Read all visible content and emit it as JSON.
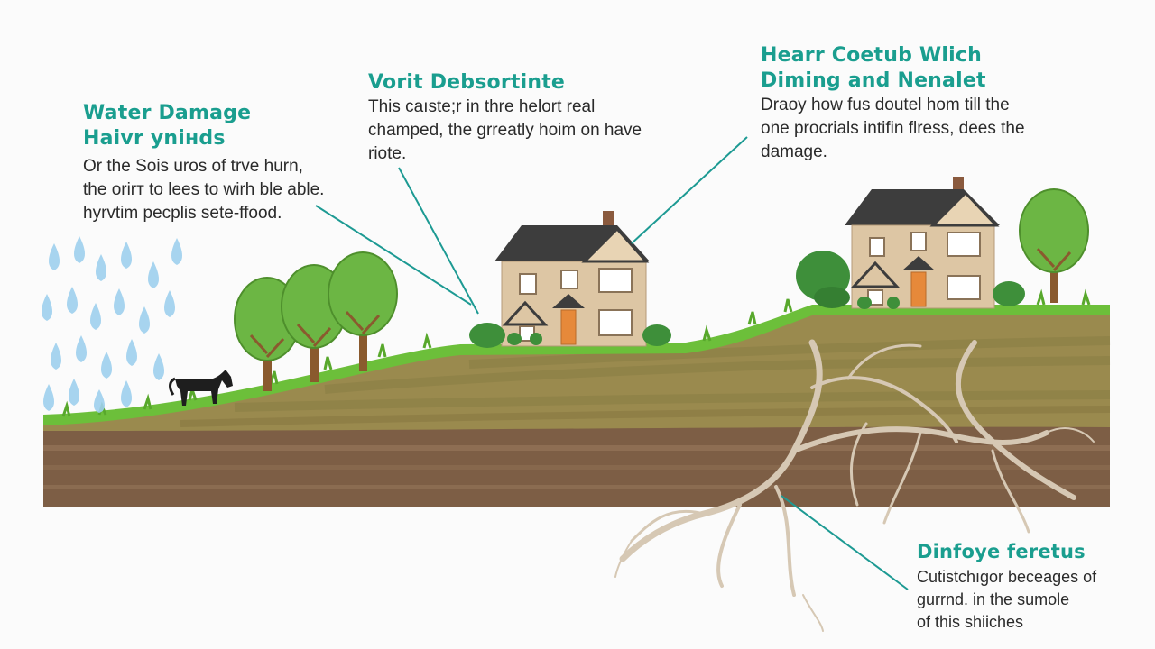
{
  "callouts": {
    "water_damage": {
      "title_line1": "Water Damage",
      "title_line2": "Haivr ynінds",
      "body_line1": "Or the Sois uros of trve hurn,",
      "body_line2": "the orirт to lees to wirh ble able.",
      "body_line3": "hyrvtim pecplis sete-ffood."
    },
    "vorit": {
      "title": "Vorit Debsortinte",
      "body_line1": "This caıste;r in thre helort real",
      "body_line2": "champed, the grreatly hoim on have",
      "body_line3": "riote."
    },
    "hearr": {
      "title_line1": "Hearr Coetub Wlich",
      "title_line2": "Diming and Nenalet",
      "body_line1": "Draoy how fus doutel hom till the",
      "body_line2": "one procrials intifin flress, dees the",
      "body_line3": "damage."
    },
    "dinfoye": {
      "title": "Dinfoye feretus",
      "body_line1": "Cutistchıgor beceages of",
      "body_line2": "gurrnd. in the sumole",
      "body_line3": "of this shiiches"
    }
  },
  "colors": {
    "accent_teal": "#1a9e8f",
    "leader_line": "#1d9a93",
    "rain": "#9fd0ee",
    "grass": "#6cbf3a",
    "tree_canopy": "#6cb644",
    "tree_trunk": "#8a5a2e",
    "soil_top": "#9a8a4e",
    "soil_mid": "#8a6a46",
    "soil_deep": "#7d5e45",
    "house_wall": "#ddc6a4",
    "house_roof": "#3d3d3d",
    "door": "#e6893a",
    "roots": "#d6c8b4"
  },
  "icons": {
    "rain": "raindrop-cluster",
    "animal": "horse-silhouette",
    "tree": "round-tree",
    "house": "two-storey-house",
    "roots": "root-system"
  }
}
